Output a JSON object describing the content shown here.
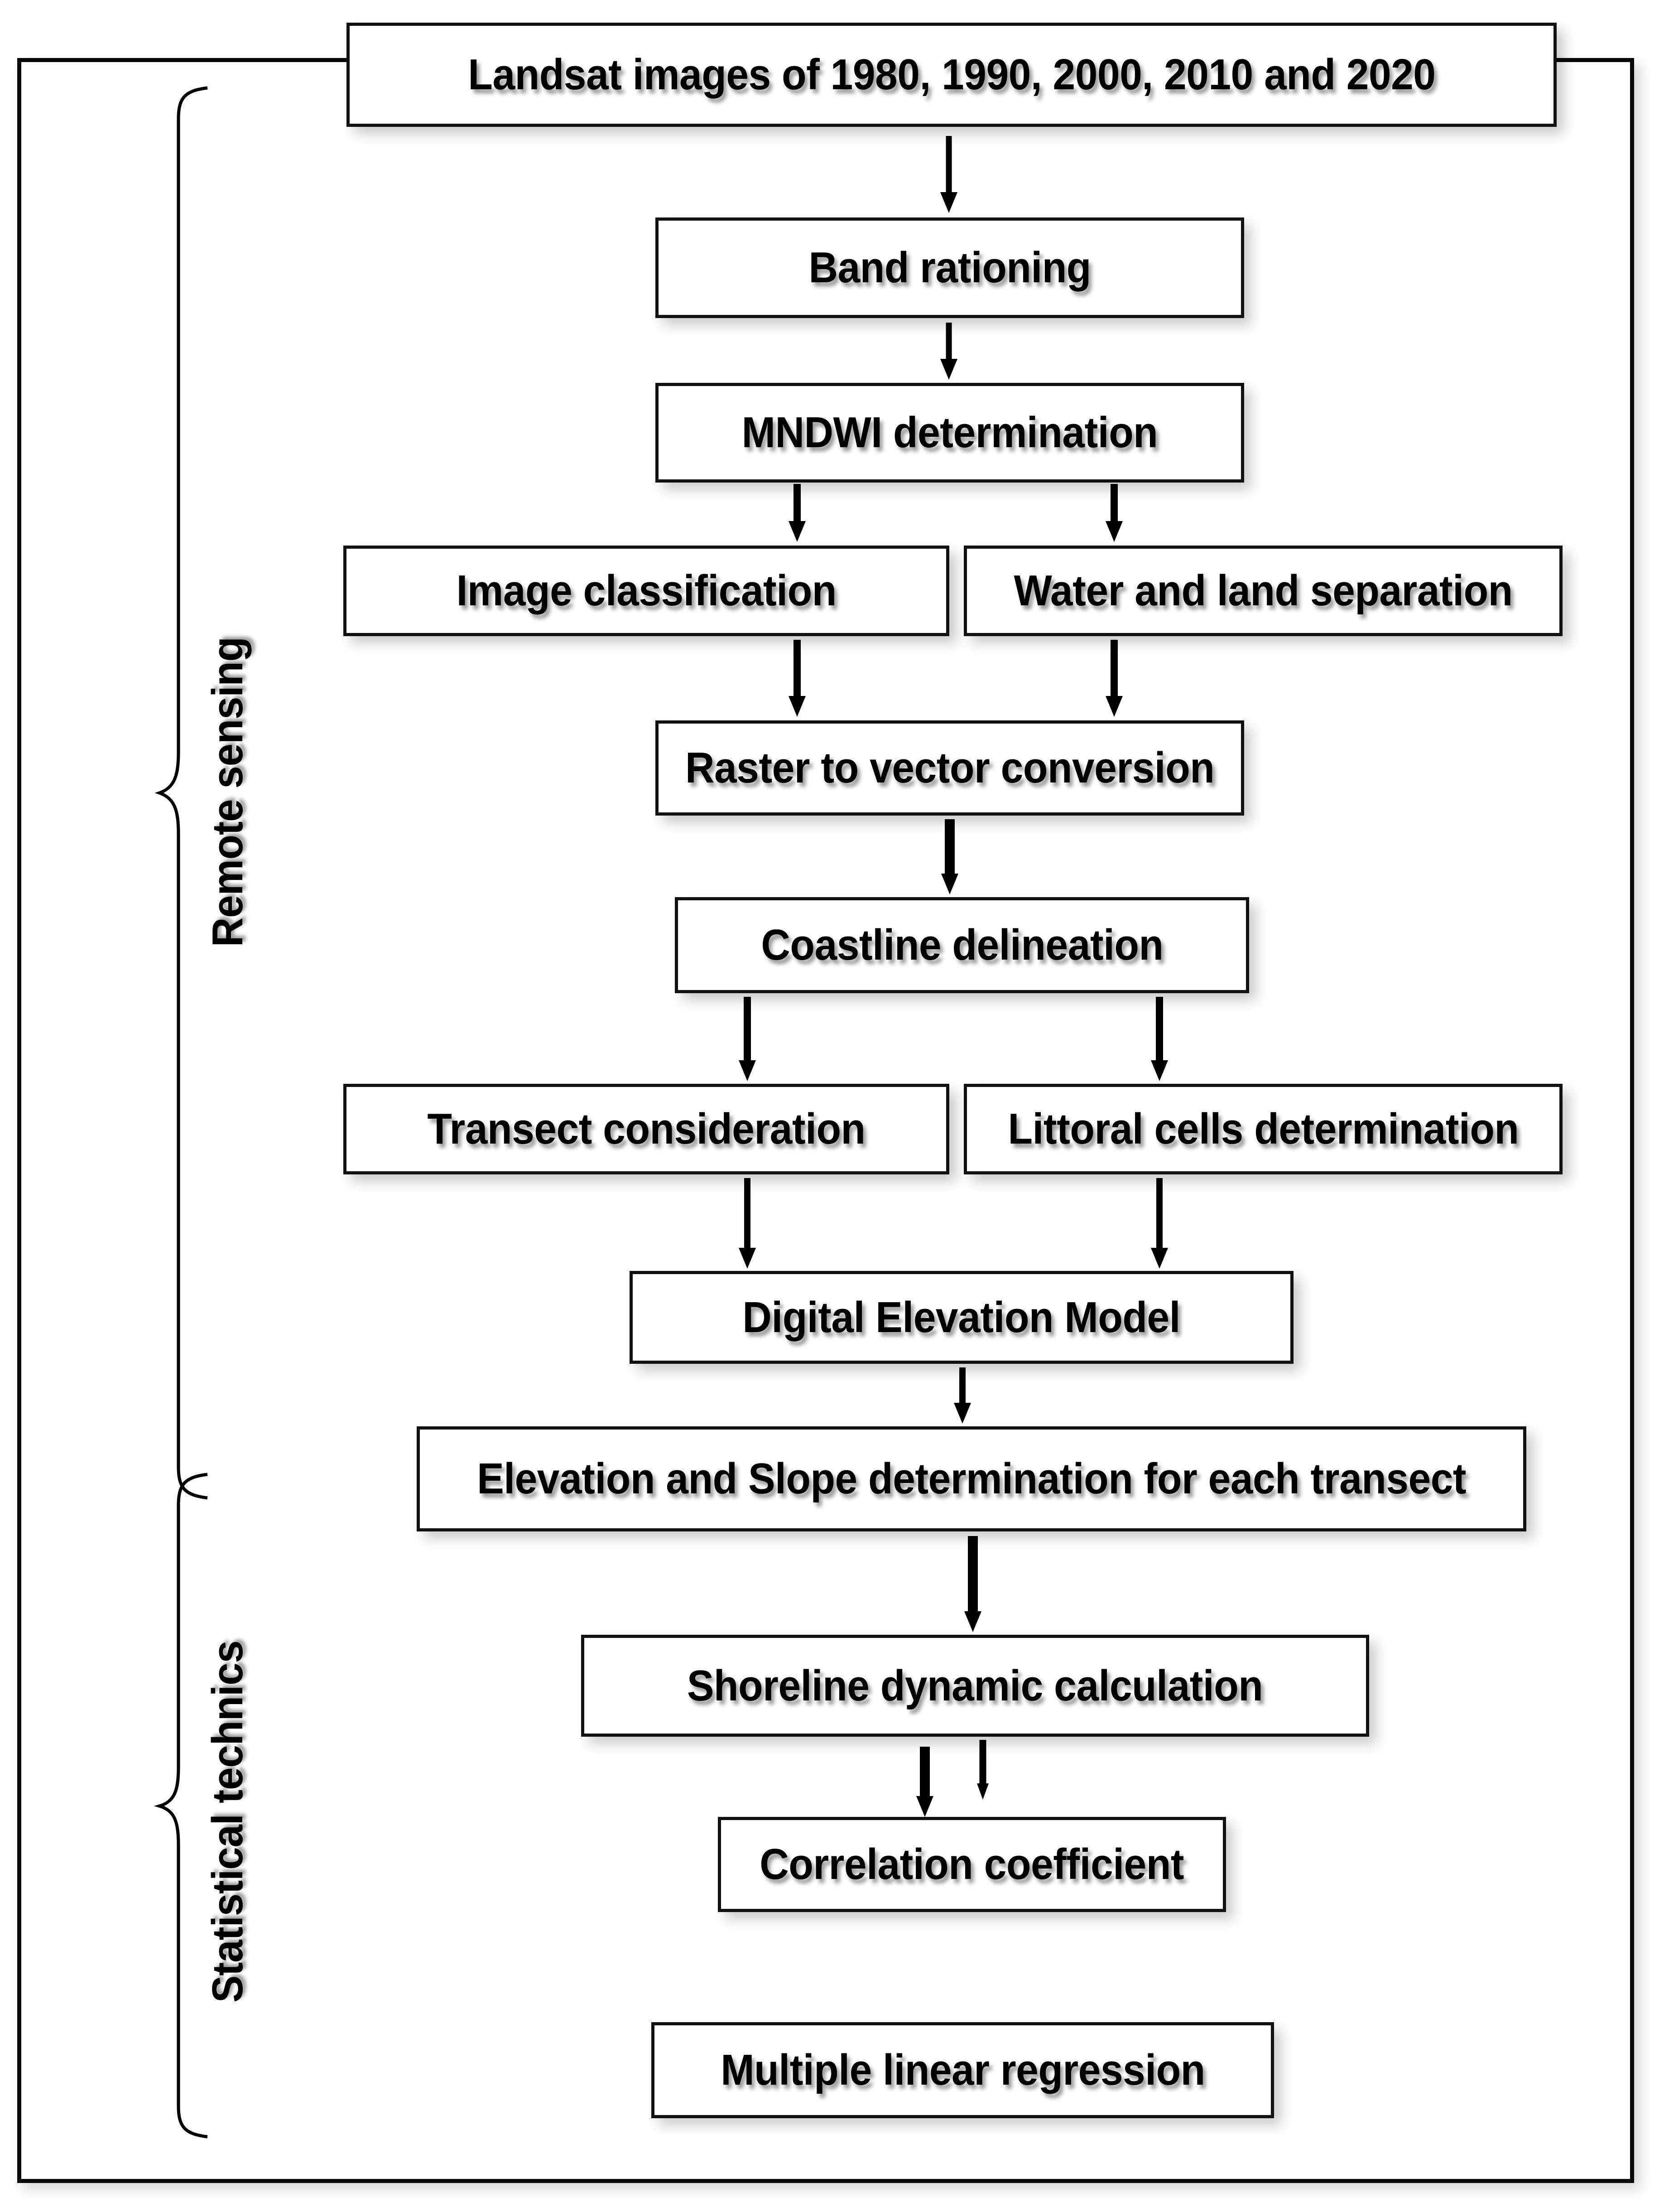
{
  "diagram": {
    "type": "flowchart",
    "title": "Coastal shoreline change methodology flowchart",
    "groups": [
      {
        "id": "remote-sensing",
        "label": "Remote sensing"
      },
      {
        "id": "statistical-technics",
        "label": "Statistical technics"
      }
    ],
    "nodes": [
      {
        "id": "landsat",
        "label": "Landsat images of 1980, 1990, 2000, 2010 and 2020"
      },
      {
        "id": "band",
        "label": "Band rationing"
      },
      {
        "id": "mndwi",
        "label": "MNDWI determination"
      },
      {
        "id": "imgclass",
        "label": "Image classification"
      },
      {
        "id": "waterland",
        "label": "Water and land separation"
      },
      {
        "id": "raster",
        "label": "Raster to vector conversion"
      },
      {
        "id": "coastline",
        "label": "Coastline delineation"
      },
      {
        "id": "transect",
        "label": "Transect consideration"
      },
      {
        "id": "littoral",
        "label": "Littoral cells determination"
      },
      {
        "id": "dem",
        "label": "Digital Elevation Model"
      },
      {
        "id": "elevslope",
        "label": "Elevation and Slope determination for each transect"
      },
      {
        "id": "shoreline",
        "label": "Shoreline dynamic calculation"
      },
      {
        "id": "correlation",
        "label": "Correlation coefficient"
      },
      {
        "id": "regression",
        "label": "Multiple linear regression"
      }
    ],
    "edges": [
      {
        "from": "landsat",
        "to": "band"
      },
      {
        "from": "band",
        "to": "mndwi"
      },
      {
        "from": "mndwi",
        "to": "imgclass"
      },
      {
        "from": "mndwi",
        "to": "waterland"
      },
      {
        "from": "imgclass",
        "to": "raster"
      },
      {
        "from": "waterland",
        "to": "raster"
      },
      {
        "from": "raster",
        "to": "coastline"
      },
      {
        "from": "coastline",
        "to": "transect"
      },
      {
        "from": "coastline",
        "to": "littoral"
      },
      {
        "from": "transect",
        "to": "dem"
      },
      {
        "from": "littoral",
        "to": "dem"
      },
      {
        "from": "dem",
        "to": "elevslope"
      },
      {
        "from": "elevslope",
        "to": "shoreline"
      },
      {
        "from": "shoreline",
        "to": "correlation"
      },
      {
        "from": "shoreline",
        "to": "correlation"
      }
    ],
    "colors": {
      "stroke": "#000000",
      "box_fill": "#ffffff",
      "background": "#ffffff"
    }
  }
}
